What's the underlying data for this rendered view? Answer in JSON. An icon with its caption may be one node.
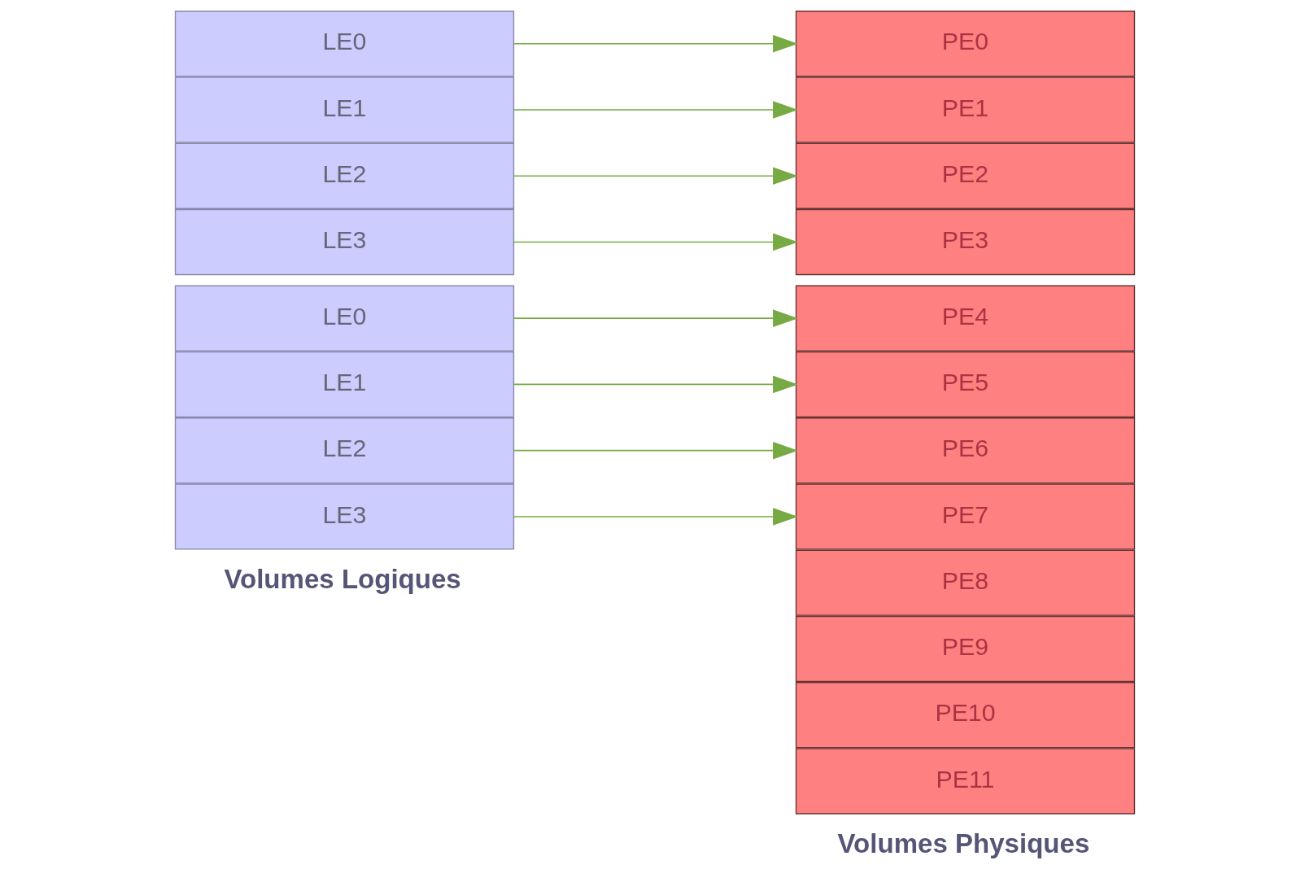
{
  "diagram": {
    "nodes": [
      {
        "text": [
          "LE0"
        ]
      },
      {
        "text": [
          "LE1"
        ]
      },
      {
        "text": [
          "LE2"
        ]
      },
      {
        "text": [
          "LE3"
        ]
      },
      {
        "text": [
          "LE0"
        ]
      },
      {
        "text": [
          "LE1"
        ]
      },
      {
        "text": [
          "LE2"
        ]
      },
      {
        "text": [
          "LE3"
        ]
      },
      {
        "text": [
          "PE0"
        ]
      },
      {
        "text": [
          "PE1"
        ]
      },
      {
        "text": [
          "PE2"
        ]
      },
      {
        "text": [
          "PE3"
        ]
      },
      {
        "text": [
          "PE4"
        ]
      },
      {
        "text": [
          "PE5"
        ]
      },
      {
        "text": [
          "PE6"
        ]
      },
      {
        "text": [
          "PE7"
        ]
      },
      {
        "text": [
          "PE8"
        ]
      },
      {
        "text": [
          "PE9"
        ]
      },
      {
        "text": [
          "PE10"
        ]
      },
      {
        "text": [
          "PE11"
        ]
      }
    ],
    "edges": [
      {
        "from": 0,
        "to": 8,
        "arrow": "to"
      },
      {
        "from": 1,
        "to": 9,
        "arrow": "to"
      },
      {
        "from": 2,
        "to": 10,
        "arrow": "to"
      },
      {
        "from": 3,
        "to": 11,
        "arrow": "to"
      },
      {
        "from": 4,
        "to": 12,
        "arrow": "to"
      },
      {
        "from": 5,
        "to": 13,
        "arrow": "to"
      },
      {
        "from": 6,
        "to": 14,
        "arrow": "to"
      },
      {
        "from": 7,
        "to": 15,
        "arrow": "to"
      }
    ],
    "labels": [
      "Volumes Logiques",
      "Volumes Physiques"
    ]
  }
}
